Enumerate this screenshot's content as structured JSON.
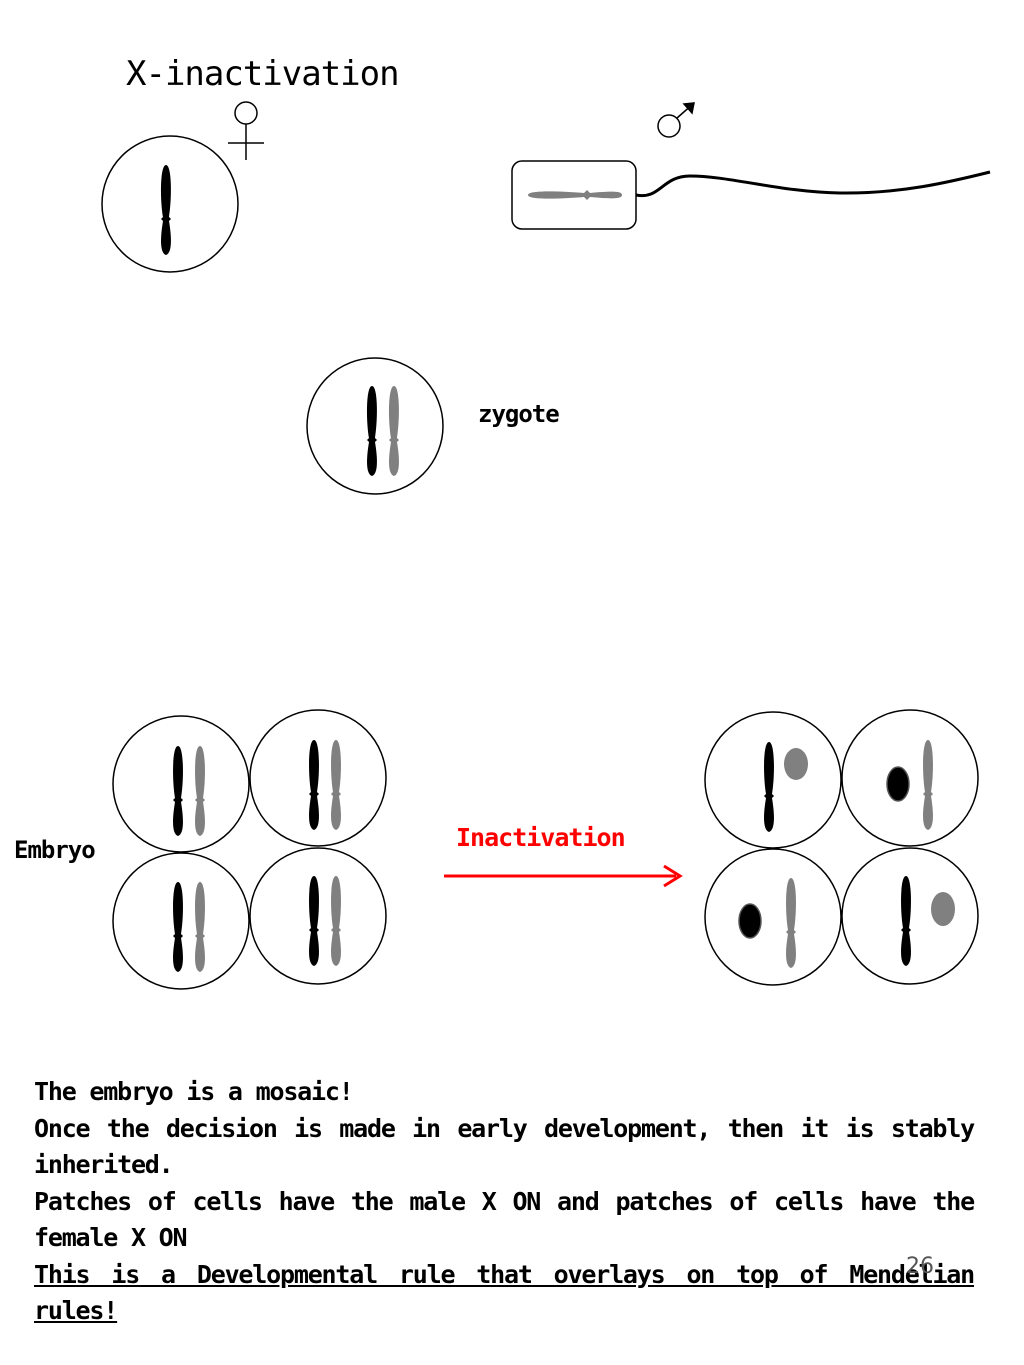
{
  "title": "X-inactivation",
  "labels": {
    "zygote": "zygote",
    "embryo": "Embryo",
    "inactivation": "Inactivation"
  },
  "symbols": {
    "female": "female-symbol-icon",
    "male": "male-symbol-icon"
  },
  "colors": {
    "maternal_x": "#000000",
    "paternal_x": "#808080",
    "arrow": "#ff0000"
  },
  "body_text": [
    "The embryo is a mosaic!",
    "Once the decision is made in early development, then it is stably inherited.",
    "Patches of cells have the male X ON and patches of cells have the female X ON",
    "This is a Developmental rule that overlays on top of Mendelian rules!"
  ],
  "page_number": "26"
}
